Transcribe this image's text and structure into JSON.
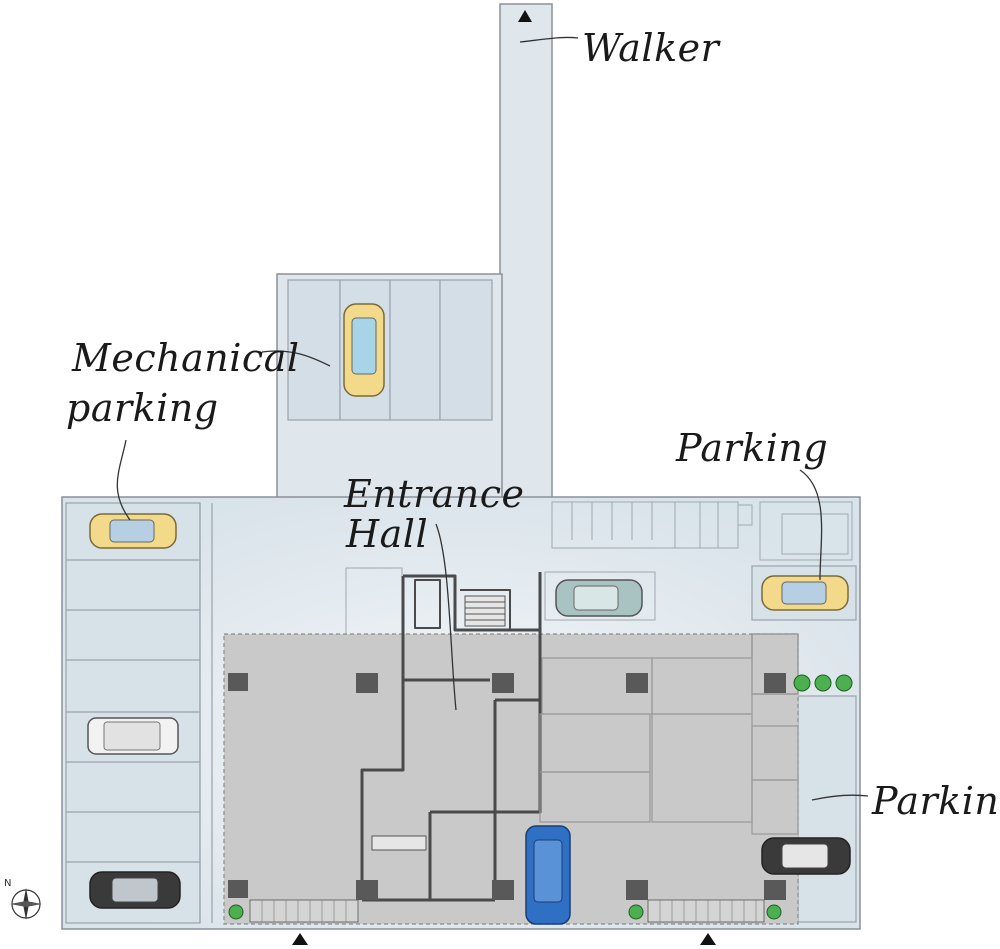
{
  "labels": {
    "walker": "Walker",
    "mechanical_line1": "Mechanical",
    "mechanical_line2": "parking",
    "entrance_line1": "Entrance",
    "entrance_line2": "Hall",
    "parking_right_top": "Parking",
    "parking_right_bottom": "Parking"
  },
  "compass": {
    "letter": "N"
  },
  "colors": {
    "outdoor": "#e2eaf0",
    "building": "#c8c8c8",
    "wall": "#4a4a4a",
    "column": "#555555",
    "tree": "#4caf50",
    "car_yellow": "#f3d98a",
    "car_white": "#f2f2f2",
    "car_dark": "#3a3a3a",
    "car_teal": "#a9c2c2",
    "car_blue": "#2f6fc4"
  },
  "icons": [
    "car-icon",
    "tree-icon",
    "compass-icon",
    "entrance-arrow-icon"
  ]
}
